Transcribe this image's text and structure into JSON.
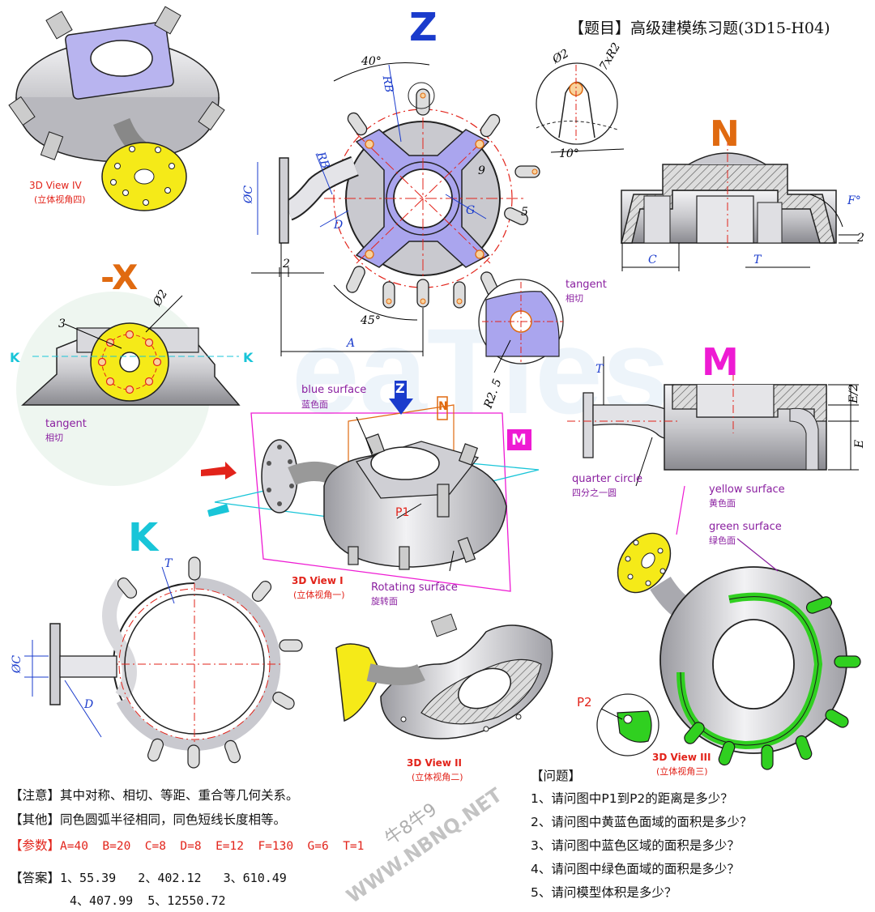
{
  "header": {
    "title": "【题目】高级建模练习题(3D15-H04)"
  },
  "view_letters": {
    "z": "Z",
    "n": "N",
    "neg_x": "-X",
    "m": "M",
    "k": "K",
    "k_marker": "K",
    "z_small": "Z",
    "n_small": "N",
    "m_small": "M"
  },
  "views": {
    "view1_en": "3D View I",
    "view1_cn": "(立体视角一)",
    "view2_en": "3D View II",
    "view2_cn": "(立体视角二)",
    "view3_en": "3D View III",
    "view3_cn": "(立体视角三)",
    "view4_en": "3D View IV",
    "view4_cn": "(立体视角四)"
  },
  "callouts": {
    "tangent_en": "tangent",
    "tangent_cn": "相切",
    "blue_en": "blue surface",
    "blue_cn": "蓝色面",
    "rot_en": "Rotating surface",
    "rot_cn": "旋转面",
    "quarter_en": "quarter circle",
    "quarter_cn": "四分之一圆",
    "yellow_en": "yellow surface",
    "yellow_cn": "黄色面",
    "green_en": "green surface",
    "green_cn": "绿色面",
    "p1": "P1",
    "p2": "P2"
  },
  "dims": {
    "angle40": "40°",
    "angle45": "45°",
    "angle10": "10°",
    "f_deg": "F°",
    "rb": "RB",
    "dia_c": "ØC",
    "dia2": "Ø2",
    "r7": "7xR2",
    "d": "D",
    "c": "C",
    "t": "T",
    "a": "A",
    "g": "G",
    "e": "E",
    "e_half": "E/2",
    "n2": "2",
    "n3": "3",
    "n5": "5",
    "n9": "9",
    "r25": "R2. 5"
  },
  "watermark": {
    "text1": "牛8牛9",
    "text2": "WWW.NBNQ.NET"
  },
  "notes": {
    "note_label": "【注意】",
    "note_text": "其中对称、相切、等距、重合等几何关系。",
    "other_label": "【其他】",
    "other_text": "同色圆弧半径相同，同色短线长度相等。",
    "param_label": "【参数】",
    "param_text": "A=40  B=20  C=8  D=8  E=12  F=130  G=6  T=1",
    "ans_label": "【答案】",
    "ans_line1": "1、55.39   2、402.12   3、610.49",
    "ans_line2": "4、407.99  5、12550.72"
  },
  "questions": {
    "title": "【问题】",
    "items": [
      "1、请问图中P1到P2的距离是多少？",
      "2、请问图中黄蓝色面域的面积是多少？",
      "3、请问图中蓝色区域的面积是多少？",
      "4、请问图中绿色面域的面积是多少？",
      "5、请问模型体积是多少？"
    ]
  },
  "colors": {
    "blue": "#1a3bcc",
    "orange": "#e06a10",
    "magenta": "#ee1bd3",
    "cyan": "#19c5d8",
    "red": "#e2231a",
    "yellow": "#f2e81a",
    "green": "#30d020",
    "lavender": "#aaa5ee"
  }
}
